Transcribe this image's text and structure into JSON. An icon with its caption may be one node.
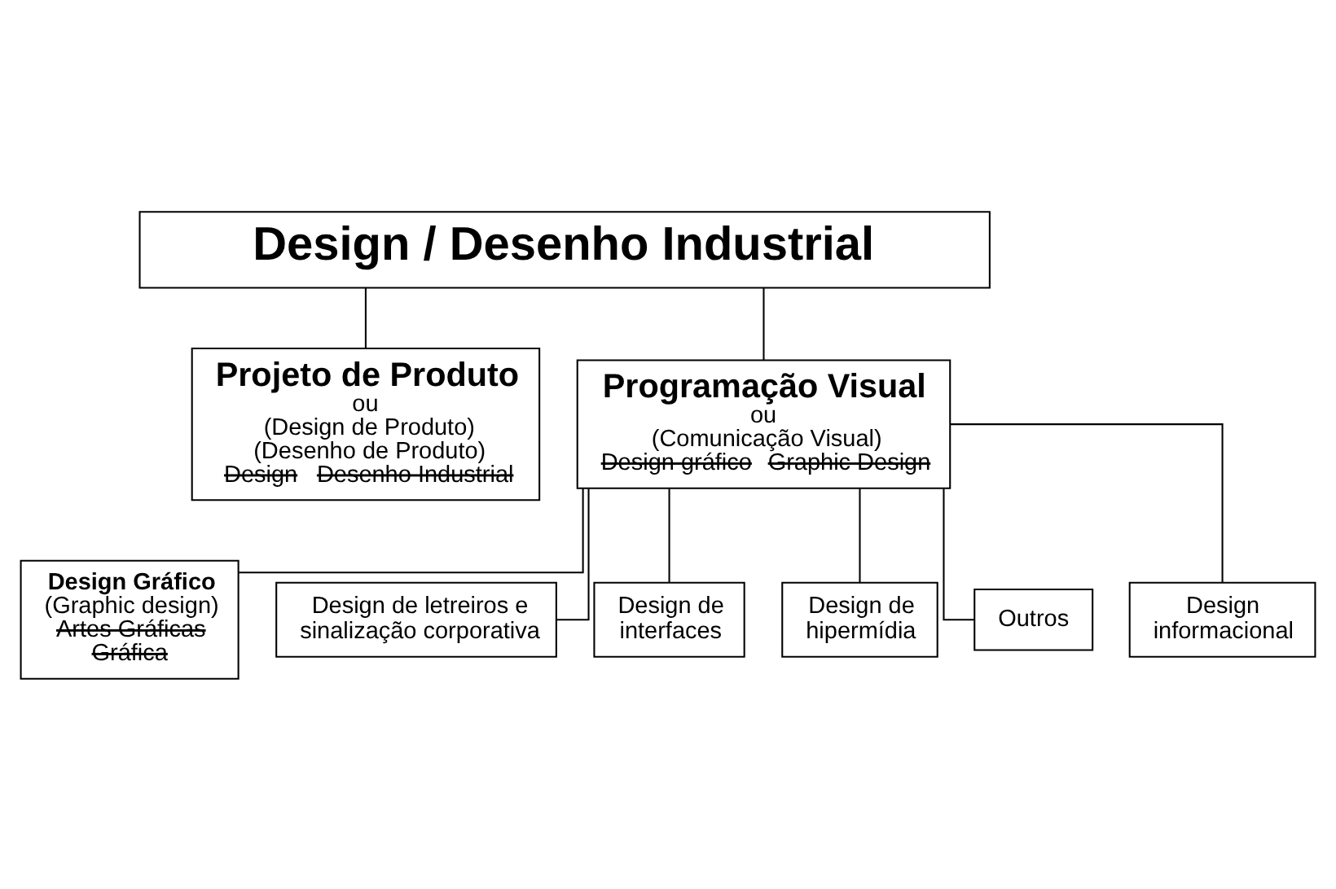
{
  "diagram": {
    "nodes": [
      {
        "text": [
          "Design / Desenho Industrial"
        ]
      },
      {
        "text": [
          "Projeto de Produto",
          "ou",
          "(Design de Produto)",
          "(Desenho de Produto)",
          "Design",
          "Desenho Industrial"
        ]
      },
      {
        "text": [
          "Programação Visual",
          "ou",
          "(Comunicação Visual)",
          "Design gráfico",
          "Graphic Design"
        ]
      },
      {
        "text": [
          "Design Gráfico",
          "(Graphic design)",
          "Artes Gráficas",
          "Gráfica"
        ]
      },
      {
        "text": [
          "Design de letreiros e sinalização corporativa"
        ]
      },
      {
        "text": [
          "Design de interfaces"
        ]
      },
      {
        "text": [
          "Design de hipermídia"
        ]
      },
      {
        "text": [
          "Outros"
        ]
      },
      {
        "text": [
          "Design informacional"
        ]
      }
    ],
    "edges": [
      {
        "from": 0,
        "to": 1,
        "arrow": "none"
      },
      {
        "from": 0,
        "to": 2,
        "arrow": "none"
      },
      {
        "from": 2,
        "to": 3,
        "arrow": "none"
      },
      {
        "from": 2,
        "to": 4,
        "arrow": "none"
      },
      {
        "from": 2,
        "to": 5,
        "arrow": "none"
      },
      {
        "from": 2,
        "to": 6,
        "arrow": "none"
      },
      {
        "from": 2,
        "to": 7,
        "arrow": "none"
      },
      {
        "from": 2,
        "to": 8,
        "arrow": "none"
      }
    ]
  }
}
